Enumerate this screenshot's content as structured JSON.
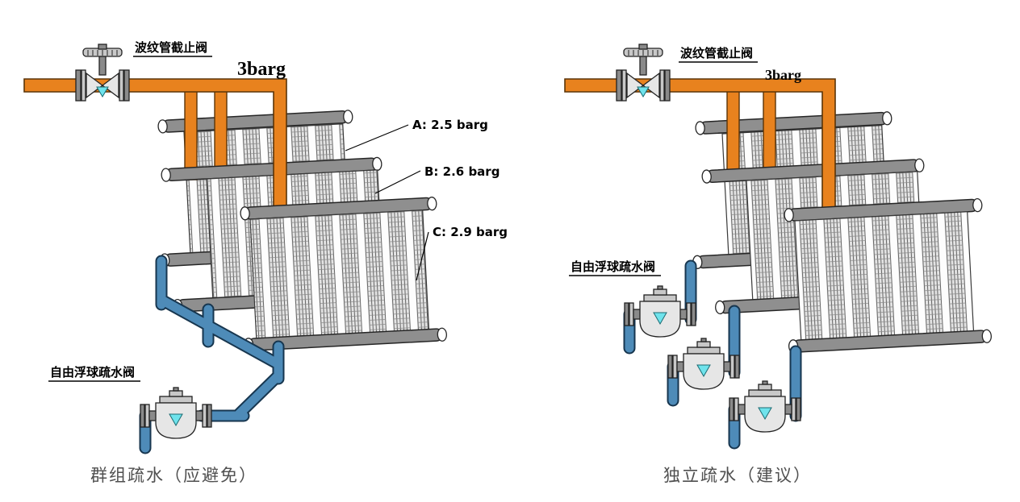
{
  "colors": {
    "steam_pipe_orange": "#E8821E",
    "condensate_blue": "#4E8BB8",
    "tube_grey": "#8F8F8F",
    "valve_cyan": "#6FE3EC"
  },
  "left": {
    "valve_label": "波纹管截止阀",
    "supply_pressure": "3barg",
    "coil_labels": [
      "A: 2.5 barg",
      "B: 2.6 barg",
      "C: 2.9 barg"
    ],
    "trap_label": "自由浮球疏水阀",
    "caption": "群组疏水（应避免）"
  },
  "right": {
    "valve_label": "波纹管截止阀",
    "supply_pressure": "3barg",
    "trap_label": "自由浮球疏水阀",
    "caption": "独立疏水（建议）"
  }
}
